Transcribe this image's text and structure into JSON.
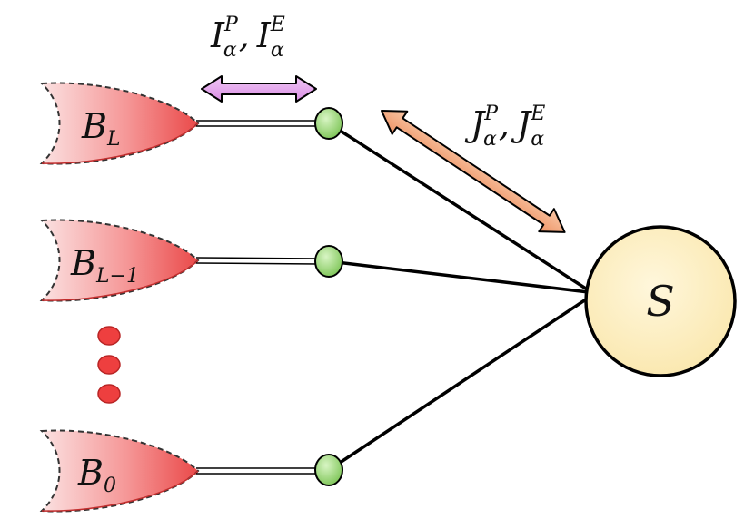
{
  "baths": [
    {
      "label": "B",
      "subscript": "L"
    },
    {
      "label": "B",
      "subscript": "L−1"
    },
    {
      "label": "B",
      "subscript": "0"
    }
  ],
  "system": {
    "label": "S"
  },
  "currents_bath_side": {
    "symbol1": "I",
    "sup1": "P",
    "sub1": "α",
    "separator": ",",
    "symbol2": "I",
    "sup2": "E",
    "sub2": "α"
  },
  "currents_system_side": {
    "symbol1": "J",
    "sup1": "P",
    "sub1": "α",
    "separator": ",",
    "symbol2": "J",
    "sup2": "E",
    "sub2": "α"
  },
  "colors": {
    "bath_fill": "#ea4a4a",
    "bath_fade": "#fbe1e1",
    "node_fill": "#8ed46b",
    "system_fill": "#fcefc0",
    "bath_arrow": "#e6a8ef",
    "system_arrow": "#f2a882",
    "ellipsis_dots": "#ee3f3f"
  }
}
